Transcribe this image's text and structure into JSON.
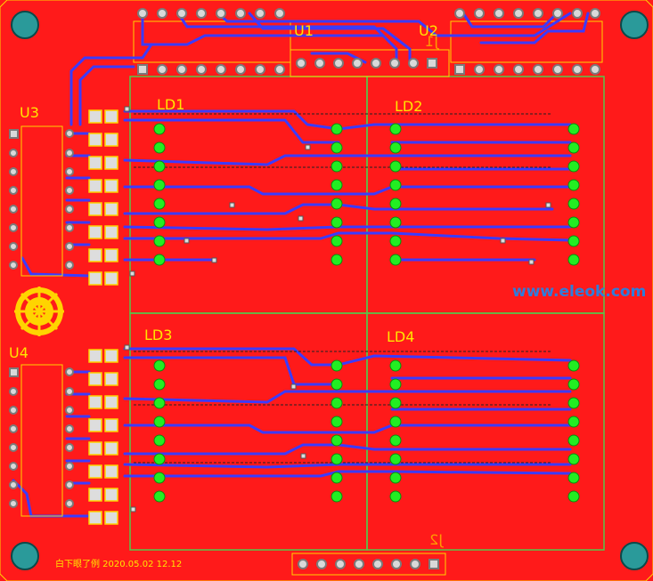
{
  "board": {
    "background": "#ff1a1a",
    "outline": "#ffd400",
    "trace": "#3b3bff",
    "pad_green": "#22ee22",
    "silk": "#ffe600",
    "dashed_gray": "#555"
  },
  "silk": {
    "u1": "U1",
    "u2": "U2",
    "u3": "U3",
    "u4": "U4",
    "ld1": "LD1",
    "ld2": "LD2",
    "ld3": "LD3",
    "ld4": "LD4",
    "j1": "J1",
    "j2": "J2",
    "watermark": "www.eleok.com",
    "footer": "白下眼了例 2020.05.02 12.12"
  }
}
